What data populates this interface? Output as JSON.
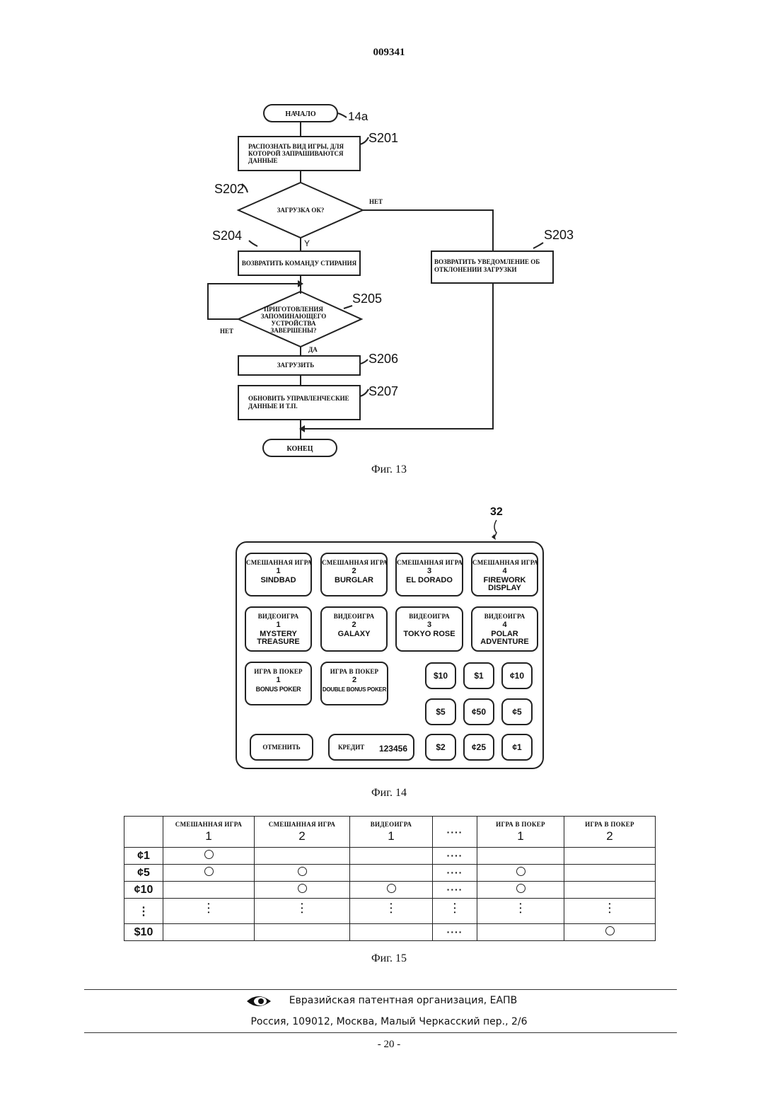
{
  "page_number_top": "009341",
  "fig13": {
    "ref_label": "14a",
    "start": "НАЧАЛО",
    "end": "КОНЕЦ",
    "s201": {
      "label": "S201",
      "lines": [
        "РАСПОЗНАТЬ ВИД ИГРЫ, ДЛЯ",
        "КОТОРОЙ ЗАПРАШИВАЮТСЯ",
        "ДАННЫЕ"
      ]
    },
    "s202": {
      "label": "S202",
      "text": "ЗАГРУЗКА ОК?",
      "yes": "Y",
      "no": "НЕТ"
    },
    "s203": {
      "label": "S203",
      "lines": [
        "ВОЗВРАТИТЬ УВЕДОМЛЕНИЕ ОБ",
        "ОТКЛОНЕНИИ ЗАГРУЗКИ"
      ]
    },
    "s204": {
      "label": "S204",
      "text": "ВОЗВРАТИТЬ КОМАНДУ СТИРАНИЯ"
    },
    "s205": {
      "label": "S205",
      "lines": [
        "ПРИГОТОВЛЕНИЯ",
        "ЗАПОМИНАЮЩЕГО",
        "УСТРОЙСТВА",
        "ЗАВЕРШЕНЫ?"
      ],
      "yes": "ДА",
      "no": "НЕТ"
    },
    "s206": {
      "label": "S206",
      "text": "ЗАГРУЗИТЬ"
    },
    "s207": {
      "label": "S207",
      "lines": [
        "ОБНОВИТЬ УПРАВЛЕНЧЕСКИЕ",
        "ДАННЫЕ И Т.П."
      ]
    },
    "caption": "Фиг. 13"
  },
  "fig14": {
    "ref_label": "32",
    "mixed": [
      {
        "cat": "СМЕШАННАЯ ИГРА",
        "num": "1",
        "name": [
          "SINDBAD"
        ]
      },
      {
        "cat": "СМЕШАННАЯ ИГРА",
        "num": "2",
        "name": [
          "BURGLAR"
        ]
      },
      {
        "cat": "СМЕШАННАЯ ИГРА",
        "num": "3",
        "name": [
          "EL DORADO"
        ]
      },
      {
        "cat": "СМЕШАННАЯ ИГРА",
        "num": "4",
        "name": [
          "FIREWORK",
          "DISPLAY"
        ]
      }
    ],
    "video": [
      {
        "cat": "ВИДЕОИГРА",
        "num": "1",
        "name": [
          "MYSTERY",
          "TREASURE"
        ]
      },
      {
        "cat": "ВИДЕОИГРА",
        "num": "2",
        "name": [
          "GALAXY"
        ]
      },
      {
        "cat": "ВИДЕОИГРА",
        "num": "3",
        "name": [
          "TOKYO ROSE"
        ]
      },
      {
        "cat": "ВИДЕОИГРА",
        "num": "4",
        "name": [
          "POLAR",
          "ADVENTURE"
        ]
      }
    ],
    "poker": [
      {
        "cat": "ИГРА В ПОКЕР",
        "num": "1",
        "name": [
          "BONUS POKER"
        ]
      },
      {
        "cat": "ИГРА В ПОКЕР",
        "num": "2",
        "name": [
          "DOUBLE BONUS POKER"
        ]
      }
    ],
    "denominations": [
      [
        "$10",
        "$1",
        "¢10"
      ],
      [
        "$5",
        "¢50",
        "¢5"
      ],
      [
        "$2",
        "¢25",
        "¢1"
      ]
    ],
    "cancel": "ОТМЕНИТЬ",
    "credit_label": "КРЕДИТ",
    "credit_value": "123456",
    "caption": "Фиг. 14"
  },
  "fig15": {
    "headers": [
      {
        "cat": "СМЕШАННАЯ ИГРА",
        "num": "1"
      },
      {
        "cat": "СМЕШАННАЯ ИГРА",
        "num": "2"
      },
      {
        "cat": "ВИДЕОИГРА",
        "num": "1"
      },
      {
        "cat": "",
        "num": "····"
      },
      {
        "cat": "ИГРА В ПОКЕР",
        "num": "1"
      },
      {
        "cat": "ИГРА В ПОКЕР",
        "num": "2"
      }
    ],
    "rows": [
      {
        "label": "¢1",
        "cells": [
          "o",
          "",
          "",
          "dots",
          "",
          ""
        ]
      },
      {
        "label": "¢5",
        "cells": [
          "o",
          "o",
          "",
          "dots",
          "o",
          ""
        ]
      },
      {
        "label": "¢10",
        "cells": [
          "",
          "o",
          "o",
          "dots",
          "o",
          ""
        ]
      },
      {
        "label": "⋮",
        "cells": [
          "vd",
          "vd",
          "vd",
          "vd",
          "vd",
          "vd"
        ]
      },
      {
        "label": "$10",
        "cells": [
          "",
          "",
          "",
          "dots",
          "",
          "o"
        ]
      }
    ],
    "caption": "Фиг. 15"
  },
  "footer": {
    "org": "Евразийская патентная организация, ЕАПВ",
    "address": "Россия, 109012, Москва, Малый Черкасский пер., 2/6",
    "page": "- 20 -"
  }
}
